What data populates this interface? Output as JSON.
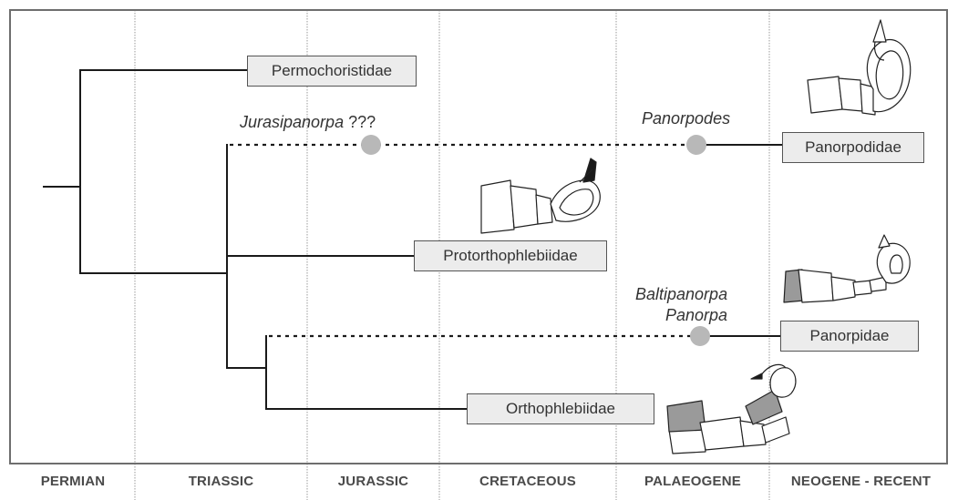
{
  "periods": [
    "PERMIAN",
    "TRIASSIC",
    "JURASSIC",
    "CRETACEOUS",
    "PALAEOGENE",
    "NEOGENE - RECENT"
  ],
  "taxa": {
    "permochoristidae": "Permochoristidae",
    "panorpodidae": "Panorpodidae",
    "protorthophlebiidae": "Protorthophlebiidae",
    "panorpidae": "Panorpidae",
    "orthophlebiidae": "Orthophlebiidae"
  },
  "genera": {
    "jurasipanorpa": "Jurasipanorpa",
    "jurasipanorpa_mark": " ???",
    "panorpodes": "Panorpodes",
    "baltipanorpa": "Baltipanorpa",
    "panorpa": "Panorpa"
  },
  "colors": {
    "branch": "#1a1a1a",
    "box_fill": "#ececec",
    "fossil_node": "#b8b8b8",
    "period_divider": "#9a9a9a",
    "genitalia_shading": "#9a9a9a"
  },
  "icons": [
    "genitalia-panorpodidae-icon",
    "genitalia-protorthophlebiidae-icon",
    "genitalia-panorpidae-icon",
    "genitalia-orthophlebiidae-icon"
  ]
}
